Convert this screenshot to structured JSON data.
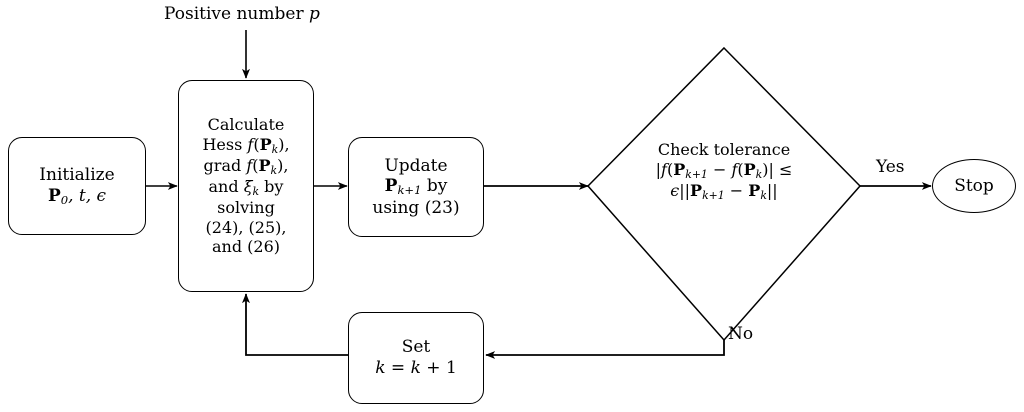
{
  "diagram": {
    "title": "Optimization algorithm flowchart",
    "stroke_color": "#000000",
    "background_color": "#ffffff",
    "nodes": {
      "input_label": "Positive number p",
      "initialize": {
        "line1": "Initialize",
        "line2": "P0, t, ϵ"
      },
      "calculate": {
        "line1": "Calculate",
        "line2": "Hess f(Pk),",
        "line3": "grad f(Pk),",
        "line4": "and ξk by",
        "line5": "solving",
        "line6": "(24), (25),",
        "line7": "and (26)"
      },
      "update": {
        "line1": "Update",
        "line2": "Pk+1 by",
        "line3": "using (23)"
      },
      "decision": {
        "line1": "Check tolerance",
        "line2": "|f(Pk+1 − f(Pk)| ≤",
        "line3": "ϵ||Pk+1 − Pk||"
      },
      "set": {
        "line1": "Set",
        "line2": "k = k + 1"
      },
      "stop": {
        "label": "Stop"
      }
    },
    "edge_labels": {
      "yes": "Yes",
      "no": "No"
    }
  }
}
